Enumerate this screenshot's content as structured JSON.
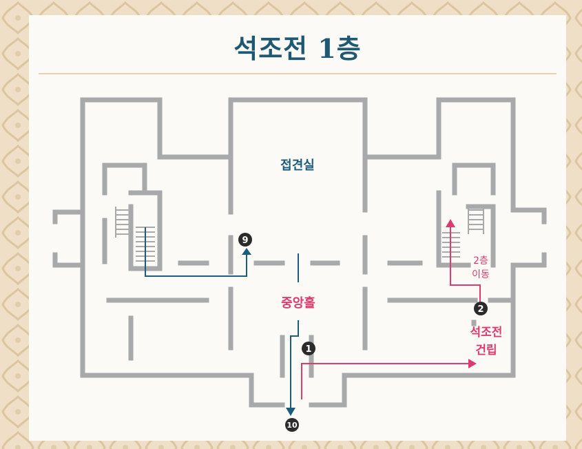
{
  "title": "석조전 1층",
  "rooms": {
    "reception": "접견실",
    "central_hall": "중앙홀"
  },
  "destinations": {
    "stairs_label_line1": "2층",
    "stairs_label_line2": "이동",
    "building_line1": "석조전",
    "building_line2": "건립"
  },
  "markers": {
    "m1": "1",
    "m2": "2",
    "m9": "9",
    "m10": "10"
  },
  "colors": {
    "wall": "#a7a9ab",
    "blue_route": "#1c5c7a",
    "pink_route": "#dc3a71",
    "title": "#1f5872",
    "marker": "#2b2b2b"
  }
}
